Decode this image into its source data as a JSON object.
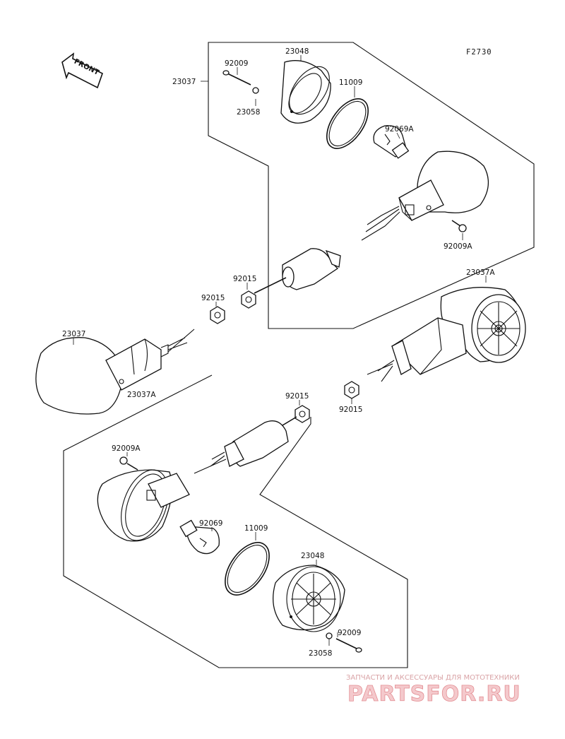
{
  "figure_code": "F2730",
  "front_label": "FRONT",
  "labels": {
    "rear_group_assembly": "23037",
    "rear_lens": "23048",
    "rear_screw": "92009",
    "rear_washer": "23058",
    "rear_gasket": "11009",
    "rear_bulb": "92069A",
    "rear_housing_screw": "92009A",
    "rear_nut": "92015",
    "center_nut": "92015",
    "left_lamp": "23037",
    "right_lamp": "23037A",
    "right_nut": "92015",
    "front_group_assembly": "23037A",
    "front_top_nut": "92015",
    "front_housing_screw": "92009A",
    "front_bulb": "92069",
    "front_gasket": "11009",
    "front_lens": "23048",
    "front_screw": "92009",
    "front_washer": "23058"
  },
  "watermark": {
    "tagline": "ЗАПЧАСТИ И АКСЕССУАРЫ ДЛЯ МОТОТЕХНИКИ",
    "logo": "PARTSFOR.RU"
  },
  "colors": {
    "ink": "#111111",
    "background": "#ffffff",
    "watermark_fill": "#f4c9cc",
    "watermark_stroke": "#e38e93"
  }
}
